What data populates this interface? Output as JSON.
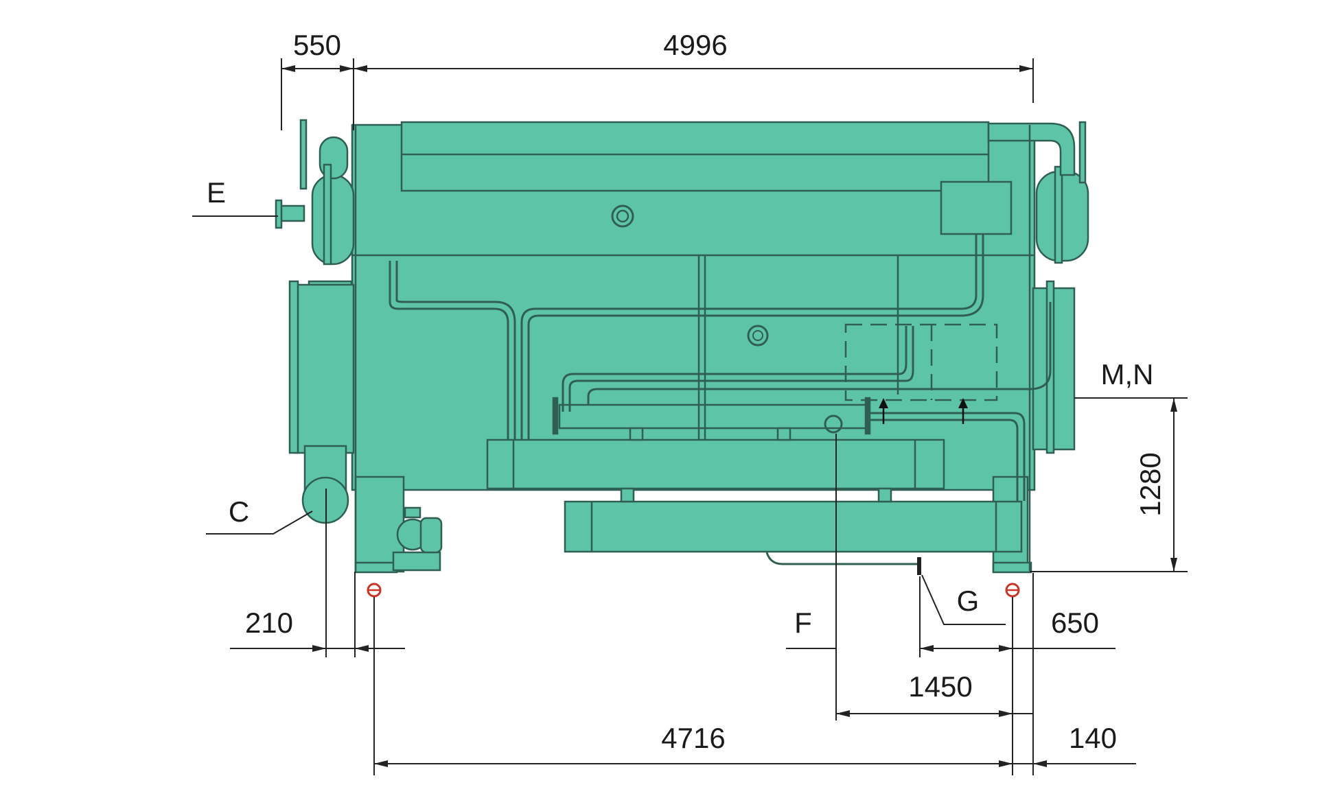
{
  "colors": {
    "equipment": "#5ec4a8",
    "outline": "#2f5f52",
    "dimension_line": "#222222",
    "marker": "#cc3322"
  },
  "dimensions": {
    "d550": "550",
    "d4996": "4996",
    "d1280": "1280",
    "d210": "210",
    "d650": "650",
    "d1450": "1450",
    "d4716": "4716",
    "d140": "140"
  },
  "labels": {
    "e": "E",
    "c": "C",
    "mn": "M,N",
    "g": "G",
    "f": "F"
  }
}
